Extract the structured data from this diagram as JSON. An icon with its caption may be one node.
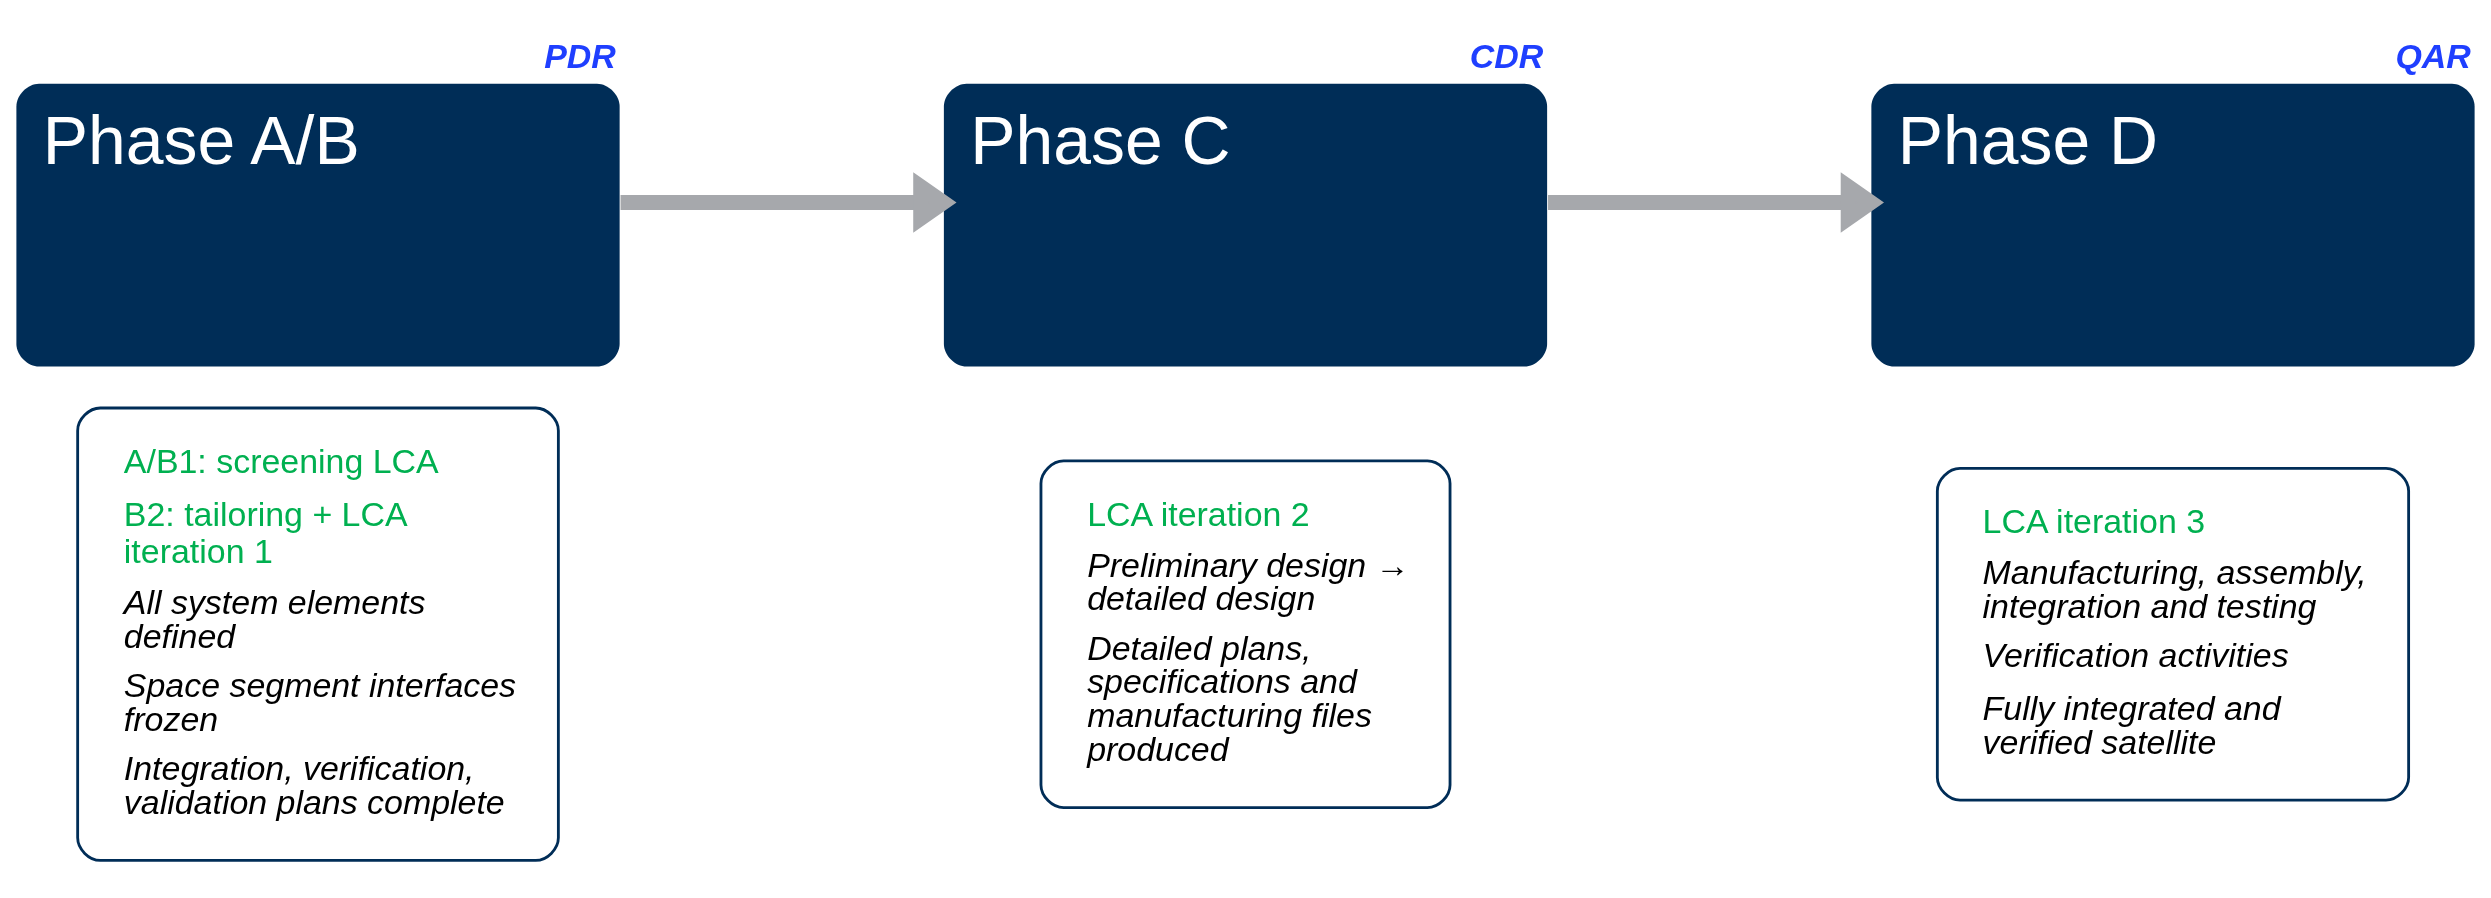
{
  "diagram": {
    "nodes": [
      {
        "text": [
          "Phase A/B"
        ],
        "beside": [
          "PDR"
        ]
      },
      {
        "text": [
          "A/B1: screening LCA",
          "B2: tailoring + LCA iteration 1",
          "All system elements defined",
          "Space segment interfaces frozen",
          "Integration, verification, validation plans complete"
        ]
      },
      {
        "text": [
          "Phase C"
        ],
        "beside": [
          "CDR"
        ]
      },
      {
        "text": [
          "LCA iteration 2",
          "Preliminary design → detailed design",
          "Detailed plans, specifications and manufacturing files produced"
        ]
      },
      {
        "text": [
          "Phase D"
        ],
        "beside": [
          "QAR"
        ]
      },
      {
        "text": [
          "LCA iteration 3",
          "Manufacturing, assembly, integration and testing",
          "Verification activities",
          "Fully integrated and verified satellite"
        ]
      }
    ],
    "edges": [
      {
        "from": 0,
        "to": 2,
        "arrow": "to"
      },
      {
        "from": 2,
        "to": 4,
        "arrow": "to"
      }
    ]
  }
}
